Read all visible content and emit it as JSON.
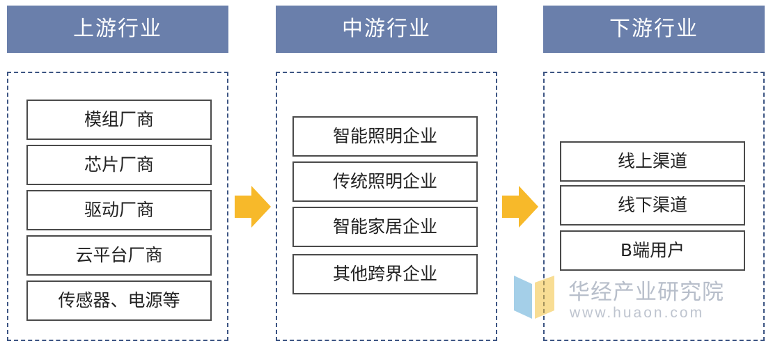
{
  "upstream": {
    "title": "上游行业",
    "items": [
      "模组厂商",
      "芯片厂商",
      "驱动厂商",
      "云平台厂商",
      "传感器、电源等"
    ]
  },
  "midstream": {
    "title": "中游行业",
    "items": [
      "智能照明企业",
      "传统照明企业",
      "智能家居企业",
      "其他跨界企业"
    ]
  },
  "downstream": {
    "title": "下游行业",
    "items": [
      "线上渠道",
      "线下渠道",
      "B端用户"
    ]
  },
  "watermark": {
    "name": "华经产业研究院",
    "url": "www.huaon.com"
  },
  "colors": {
    "header_bg": "#6a7fab",
    "panel_border": "#3d5583",
    "arrow": "#f7b92a"
  },
  "icons": {
    "flow_arrow": "arrow-right-icon",
    "logo": "huaon-logo-icon"
  }
}
